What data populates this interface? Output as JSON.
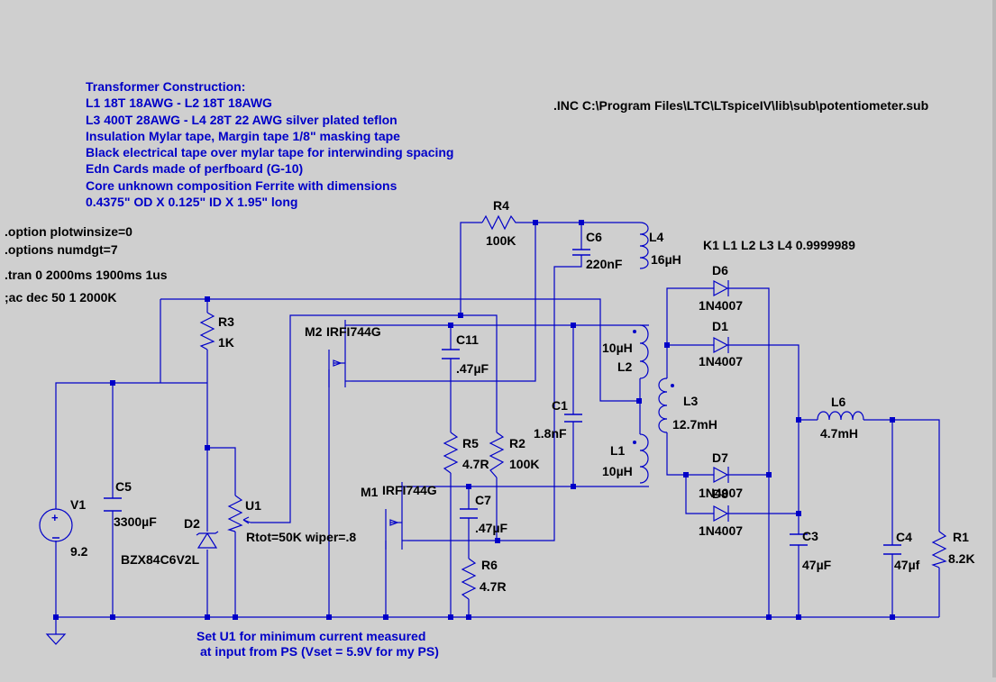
{
  "notes": {
    "transformer": [
      "Transformer Construction:",
      "L1 18T 18AWG - L2 18T 18AWG",
      "L3 400T 28AWG - L4 28T 22 AWG silver plated teflon",
      "Insulation Mylar tape, Margin tape 1/8\" masking tape",
      "Black electrical tape over mylar tape for interwinding spacing",
      "Edn Cards made of perfboard (G-10)",
      "Core unknown composition Ferrite with dimensions",
      "0.4375\" OD X 0.125\" ID X 1.95\" long"
    ],
    "include": ".INC C:\\Program Files\\LTC\\LTspiceIV\\lib\\sub\\potentiometer.sub",
    "options": [
      ".option plotwinsize=0",
      ".options numdgt=7",
      ".tran 0 2000ms 1900ms 1us",
      ";ac dec 50 1 2000K"
    ],
    "coupling": "K1 L1 L2 L3 L4 0.9999989",
    "bottom": [
      "Set U1 for minimum current measured",
      "at input from PS (Vset = 5.9V for my PS)"
    ]
  },
  "components": {
    "V1": {
      "name": "V1",
      "value": "9.2"
    },
    "C5": {
      "name": "C5",
      "value": "3300µF"
    },
    "D2": {
      "name": "D2",
      "value": "BZX84C6V2L"
    },
    "R3": {
      "name": "R3",
      "value": "1K"
    },
    "U1": {
      "name": "U1",
      "value": "Rtot=50K wiper=.8"
    },
    "M2": {
      "name": "M2",
      "value": "IRFI744G"
    },
    "M1": {
      "name": "M1",
      "value": "IRFI744G"
    },
    "R4": {
      "name": "R4",
      "value": "100K"
    },
    "C11": {
      "name": "C11",
      "value": ".47µF"
    },
    "R5": {
      "name": "R5",
      "value": "4.7R"
    },
    "R2": {
      "name": "R2",
      "value": "100K"
    },
    "C7": {
      "name": "C7",
      "value": ".47µF"
    },
    "R6": {
      "name": "R6",
      "value": "4.7R"
    },
    "C6": {
      "name": "C6",
      "value": "220nF"
    },
    "C1": {
      "name": "C1",
      "value": "1.8nF"
    },
    "L4": {
      "name": "L4",
      "value": "16µH"
    },
    "L2": {
      "name": "L2",
      "value": "10µH"
    },
    "L1": {
      "name": "L1",
      "value": "10µH"
    },
    "L3": {
      "name": "L3",
      "value": "12.7mH"
    },
    "D6": {
      "name": "D6",
      "value": "1N4007"
    },
    "D1": {
      "name": "D1",
      "value": "1N4007"
    },
    "D7": {
      "name": "D7",
      "value": "1N4007"
    },
    "D8": {
      "name": "D8",
      "value": "1N4007"
    },
    "L6": {
      "name": "L6",
      "value": "4.7mH"
    },
    "C3": {
      "name": "C3",
      "value": "47µF"
    },
    "C4": {
      "name": "C4",
      "value": "47µf"
    },
    "R1": {
      "name": "R1",
      "value": "8.2K"
    }
  },
  "colors": {
    "background": "#cfcfcf",
    "wire": "#0000c8",
    "label": "#000000",
    "comment": "#0000c8"
  }
}
